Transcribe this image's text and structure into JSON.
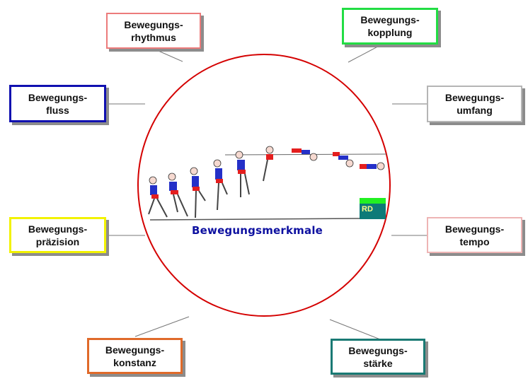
{
  "diagram": {
    "center_label": "Bewegungsmerkmale",
    "badge": "RD",
    "colors": {
      "circle": "#d40000",
      "title": "#0d10a0",
      "connector": "#777777"
    },
    "boxes": [
      {
        "id": "rhythmus",
        "line1": "Bewegungs-",
        "line2": "rhythmus",
        "border": "#ec7b7b"
      },
      {
        "id": "kopplung",
        "line1": "Bewegungs-",
        "line2": "kopplung",
        "border": "#22dd44"
      },
      {
        "id": "fluss",
        "line1": "Bewegungs-",
        "line2": "fluss",
        "border": "#1010b0"
      },
      {
        "id": "umfang",
        "line1": "Bewegungs-",
        "line2": "umfang",
        "border": "#b5b5b5"
      },
      {
        "id": "praezision",
        "line1": "Bewegungs-",
        "line2": "präzision",
        "border": "#f2f200"
      },
      {
        "id": "tempo",
        "line1": "Bewegungs-",
        "line2": "tempo",
        "border": "#eeb4b4"
      },
      {
        "id": "konstanz",
        "line1": "Bewegungs-",
        "line2": "konstanz",
        "border": "#e06a2a"
      },
      {
        "id": "staerke",
        "line1": "Bewegungs-",
        "line2": "stärke",
        "border": "#1a7a74"
      }
    ]
  }
}
